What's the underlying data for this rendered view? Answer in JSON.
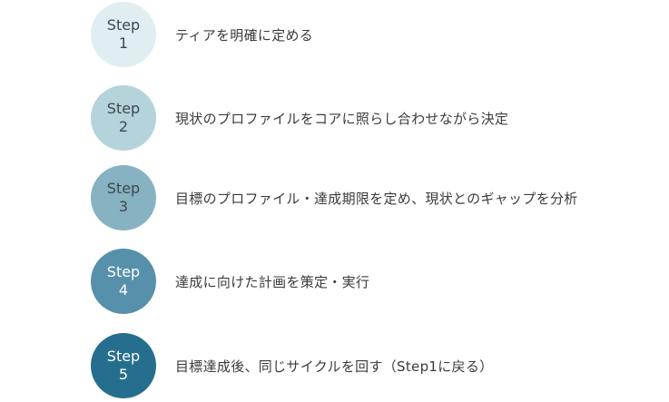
{
  "diagram": {
    "background_color": "#ffffff",
    "description_text_color": "#3b3b3b"
  },
  "steps": [
    {
      "circle_label": "Step",
      "number": "1",
      "description": "ティアを明確に定める",
      "circle_color": "#e0eef1",
      "circle_text_color": "#3f474e"
    },
    {
      "circle_label": "Step",
      "number": "2",
      "description": "現状のプロファイルをコアに照らし合わせながら決定",
      "circle_color": "#b5d3da",
      "circle_text_color": "#3f474e"
    },
    {
      "circle_label": "Step",
      "number": "3",
      "description": "目標のプロファイル・達成期限を定め、現状とのギャップを分析",
      "circle_color": "#86b2c2",
      "circle_text_color": "#3f474e"
    },
    {
      "circle_label": "Step",
      "number": "4",
      "description": "達成に向けた計画を策定・実行",
      "circle_color": "#5690ab",
      "circle_text_color": "#ffffff"
    },
    {
      "circle_label": "Step",
      "number": "5",
      "description": "目標達成後、同じサイクルを回す（Step1に戻る）",
      "circle_color": "#266e8e",
      "circle_text_color": "#ffffff"
    }
  ]
}
